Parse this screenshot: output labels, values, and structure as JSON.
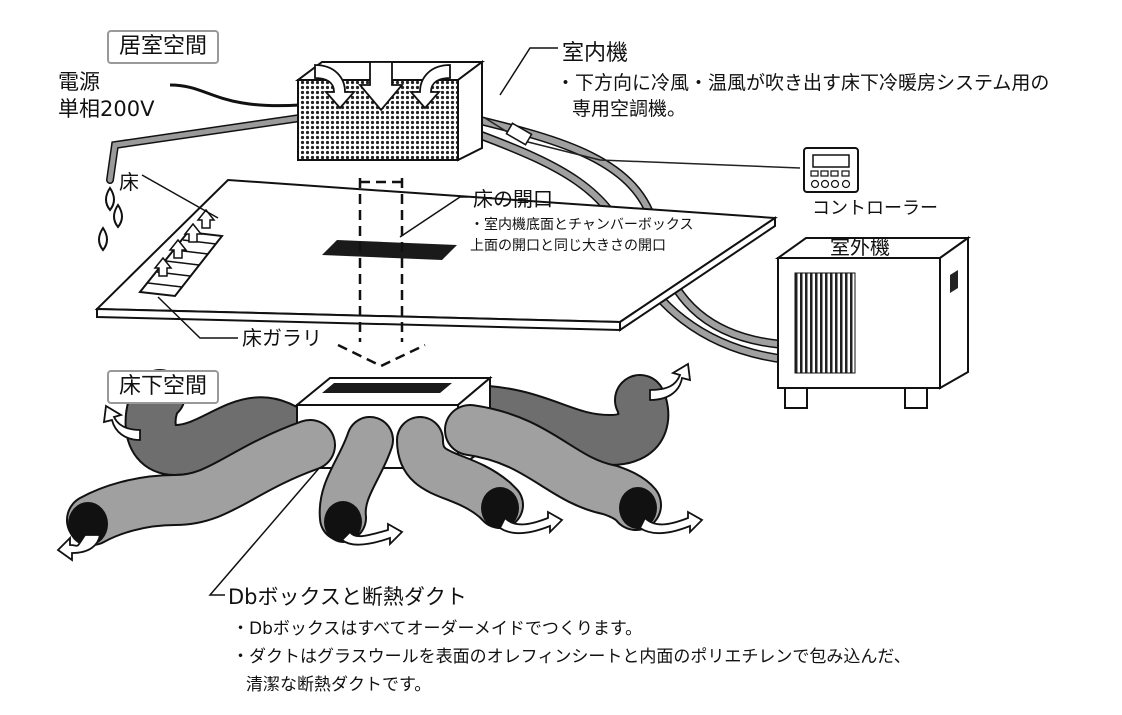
{
  "labels": {
    "living_space": "居室空間",
    "underfloor_space": "床下空間",
    "power_line1": "電源",
    "power_line2": "単相200V",
    "floor": "床",
    "floor_grille": "床ガラリ",
    "controller": "コントローラー",
    "outdoor_unit": "室外機"
  },
  "indoor_unit": {
    "title": "室内機",
    "desc_line1": "・下方向に冷風・温風が吹き出す床下冷暖房システム用の",
    "desc_line2": "専用空調機。"
  },
  "floor_opening": {
    "title": "床の開口",
    "desc_line1": "・室内機底面とチャンバーボックス",
    "desc_line2": "上面の開口と同じ大きさの開口"
  },
  "duct": {
    "title": "Dbボックスと断熱ダクト",
    "desc_line1": "・Dbボックスはすべてオーダーメイドでつくります。",
    "desc_line2": "・ダクトはグラスウールを表面のオレフィンシートと内面のポリエチレンで包み込んだ、",
    "desc_line3": "清潔な断熱ダクトです。"
  },
  "colors": {
    "line": "#111111",
    "duct_light": "#9a9a9a",
    "duct_dark": "#6e6e6e",
    "pipe": "#888888",
    "opening": "#1a1a1a",
    "label_border": "#999999"
  }
}
